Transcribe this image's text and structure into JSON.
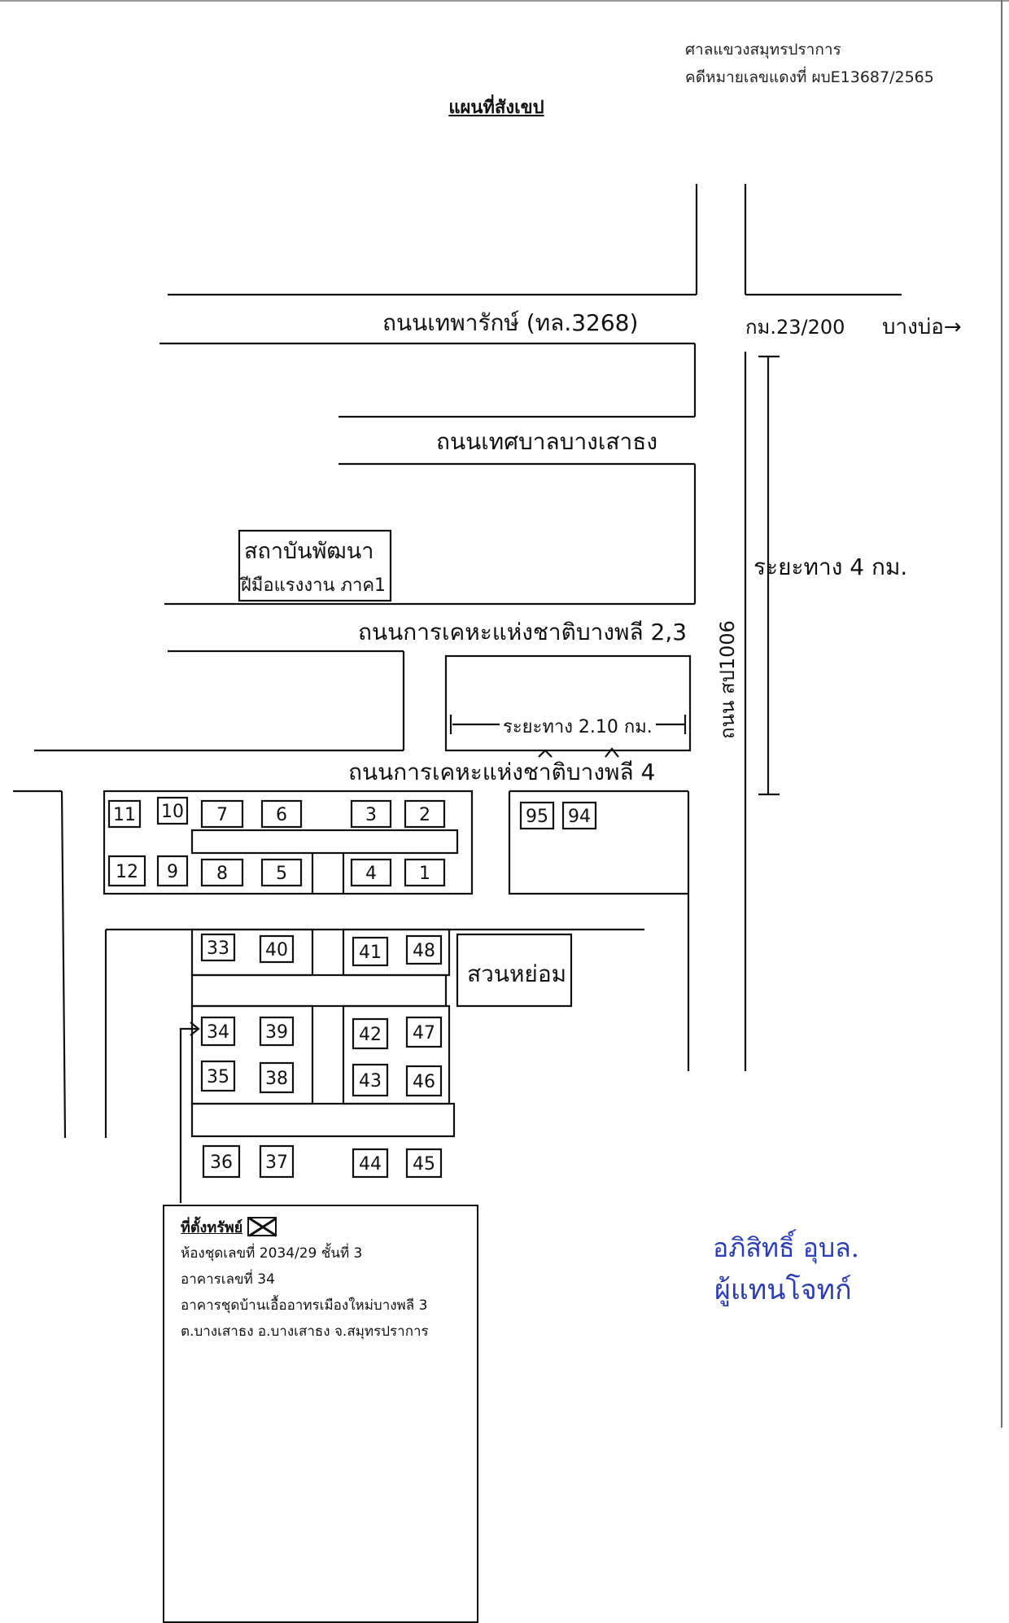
{
  "header": {
    "court": "ศาลแขวงสมุทรปราการ",
    "case_no": "คดีหมายเลขแดงที่ ผบE13687/2565"
  },
  "map": {
    "title": "แผนที่สังเขป",
    "roads": {
      "theparak": "ถนนเทพารักษ์ (ทล.3268)",
      "km_marker": "กม.23/200",
      "bang_bo": "บางบ่อ→",
      "municipal": "ถนนเทศบาลบางเสาธง",
      "housing_23": "ถนนการเคหะแห่งชาติบางพลี 2,3",
      "housing_4": "ถนนการเคหะแห่งชาติบางพลี 4",
      "sp1006": "ถนน สป1006"
    },
    "distances": {
      "d4km": "ระยะทาง 4 กม.",
      "d210km": "ระยะทาง 2.10 กม."
    },
    "institute": {
      "line1": "สถาบันพัฒนา",
      "line2": "ฝีมือแรงงาน ภาค1"
    },
    "park": "สวนหย่อม",
    "blocks": [
      "11",
      "10",
      "7",
      "6",
      "3",
      "2",
      "12",
      "9",
      "8",
      "5",
      "4",
      "1",
      "95",
      "94",
      "33",
      "40",
      "41",
      "48",
      "34",
      "39",
      "42",
      "47",
      "35",
      "38",
      "43",
      "46",
      "36",
      "37",
      "44",
      "45"
    ]
  },
  "legend": {
    "title": "ที่ตั้งทรัพย์",
    "lines": [
      "ห้องชุดเลขที่ 2034/29 ชั้นที่ 3",
      "อาคารเลขที่ 34",
      "อาคารชุดบ้านเอื้ออาทรเมืองใหม่บางพลี 3",
      "ต.บางเสาธง อ.บางเสาธง จ.สมุทรปราการ"
    ]
  },
  "signature": {
    "line1": "อภิสิทธิ์ อุบล.",
    "line2": "ผู้แทนโจทก์"
  },
  "colors": {
    "ink": "#111111",
    "signature": "#2b3cb8"
  }
}
